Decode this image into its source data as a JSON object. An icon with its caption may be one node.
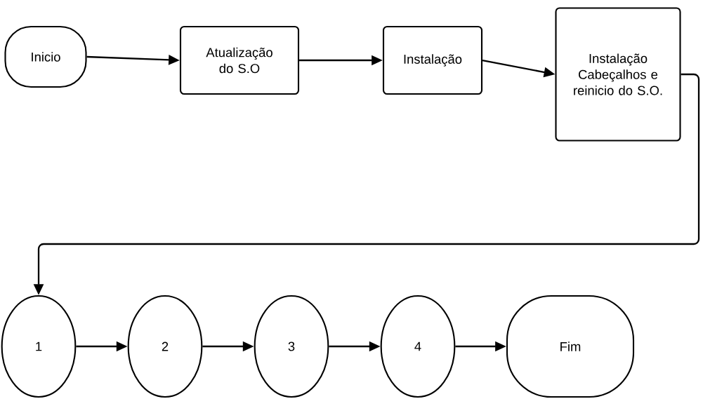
{
  "diagram": {
    "nodes": [
      {
        "text": [
          "Inicio"
        ]
      },
      {
        "text": [
          "Atualização do S.O"
        ]
      },
      {
        "text": [
          "Instalação"
        ]
      },
      {
        "text": [
          "Instalação Cabeçalhos e reinicio do S.O."
        ]
      },
      {
        "text": [
          "1"
        ]
      },
      {
        "text": [
          "2"
        ]
      },
      {
        "text": [
          "3"
        ]
      },
      {
        "text": [
          "4"
        ]
      },
      {
        "text": [
          "Fim"
        ]
      }
    ],
    "edges": [
      {
        "from": 0,
        "to": 1,
        "arrow": "to"
      },
      {
        "from": 1,
        "to": 2,
        "arrow": "to"
      },
      {
        "from": 2,
        "to": 3,
        "arrow": "to"
      },
      {
        "from": 3,
        "to": 4,
        "arrow": "to"
      },
      {
        "from": 4,
        "to": 5,
        "arrow": "to"
      },
      {
        "from": 5,
        "to": 6,
        "arrow": "to"
      },
      {
        "from": 6,
        "to": 7,
        "arrow": "to"
      },
      {
        "from": 7,
        "to": 8,
        "arrow": "to"
      }
    ]
  }
}
